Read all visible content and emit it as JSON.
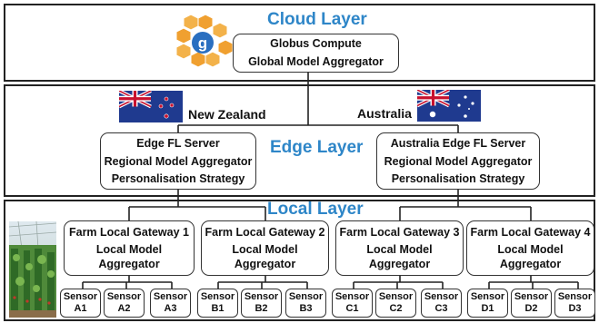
{
  "cloud": {
    "title": "Cloud Layer",
    "box": {
      "line1": "Globus Compute",
      "line2": "Global Model Aggregator"
    },
    "logo_letter": "g"
  },
  "edge": {
    "title": "Edge Layer",
    "countries": [
      {
        "name": "New Zealand",
        "flag": "nz-flag"
      },
      {
        "name": "Australia",
        "flag": "au-flag"
      }
    ],
    "servers": [
      {
        "line1": "Edge FL Server",
        "line2": "Regional Model Aggregator",
        "line3": "Personalisation Strategy"
      },
      {
        "line1": "Australia Edge FL Server",
        "line2": "Regional Model Aggregator",
        "line3": "Personalisation Strategy"
      }
    ]
  },
  "local": {
    "title": "Local Layer",
    "gateways": [
      {
        "line1": "Farm Local Gateway 1",
        "line2": "Local Model",
        "line3": "Aggregator",
        "sensors": [
          {
            "a": "Sensor",
            "b": "A1"
          },
          {
            "a": "Sensor",
            "b": "A2"
          },
          {
            "a": "Sensor",
            "b": "A3"
          }
        ]
      },
      {
        "line1": "Farm Local Gateway 2",
        "line2": "Local Model",
        "line3": "Aggregator",
        "sensors": [
          {
            "a": "Sensor",
            "b": "B1"
          },
          {
            "a": "Sensor",
            "b": "B2"
          },
          {
            "a": "Sensor",
            "b": "B3"
          }
        ]
      },
      {
        "line1": "Farm Local Gateway 3",
        "line2": "Local Model",
        "line3": "Aggregator",
        "sensors": [
          {
            "a": "Sensor",
            "b": "C1"
          },
          {
            "a": "Sensor",
            "b": "C2"
          },
          {
            "a": "Sensor",
            "b": "C3"
          }
        ]
      },
      {
        "line1": "Farm Local Gateway 4",
        "line2": "Local Model",
        "line3": "Aggregator",
        "sensors": [
          {
            "a": "Sensor",
            "b": "D1"
          },
          {
            "a": "Sensor",
            "b": "D2"
          },
          {
            "a": "Sensor",
            "b": "D3"
          }
        ]
      }
    ]
  },
  "colors": {
    "layer_title": "#2e86c8",
    "hex_orange": "#f0a030",
    "hex_logo": "#2a6fc0"
  }
}
